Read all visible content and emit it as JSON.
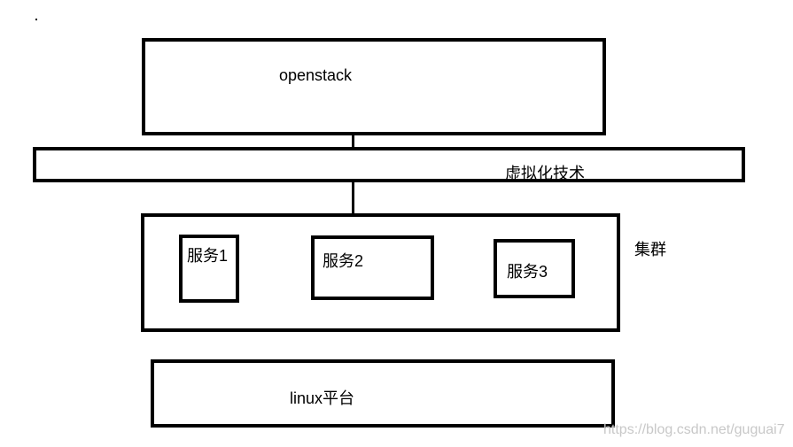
{
  "diagram": {
    "layers": {
      "openstack": "openstack",
      "virtualization": "虚拟化技术",
      "cluster": "集群",
      "platform": "linux平台"
    },
    "services": [
      "服务1",
      "服务2",
      "服务3"
    ]
  },
  "watermark": "https://blog.csdn.net/guguai7"
}
